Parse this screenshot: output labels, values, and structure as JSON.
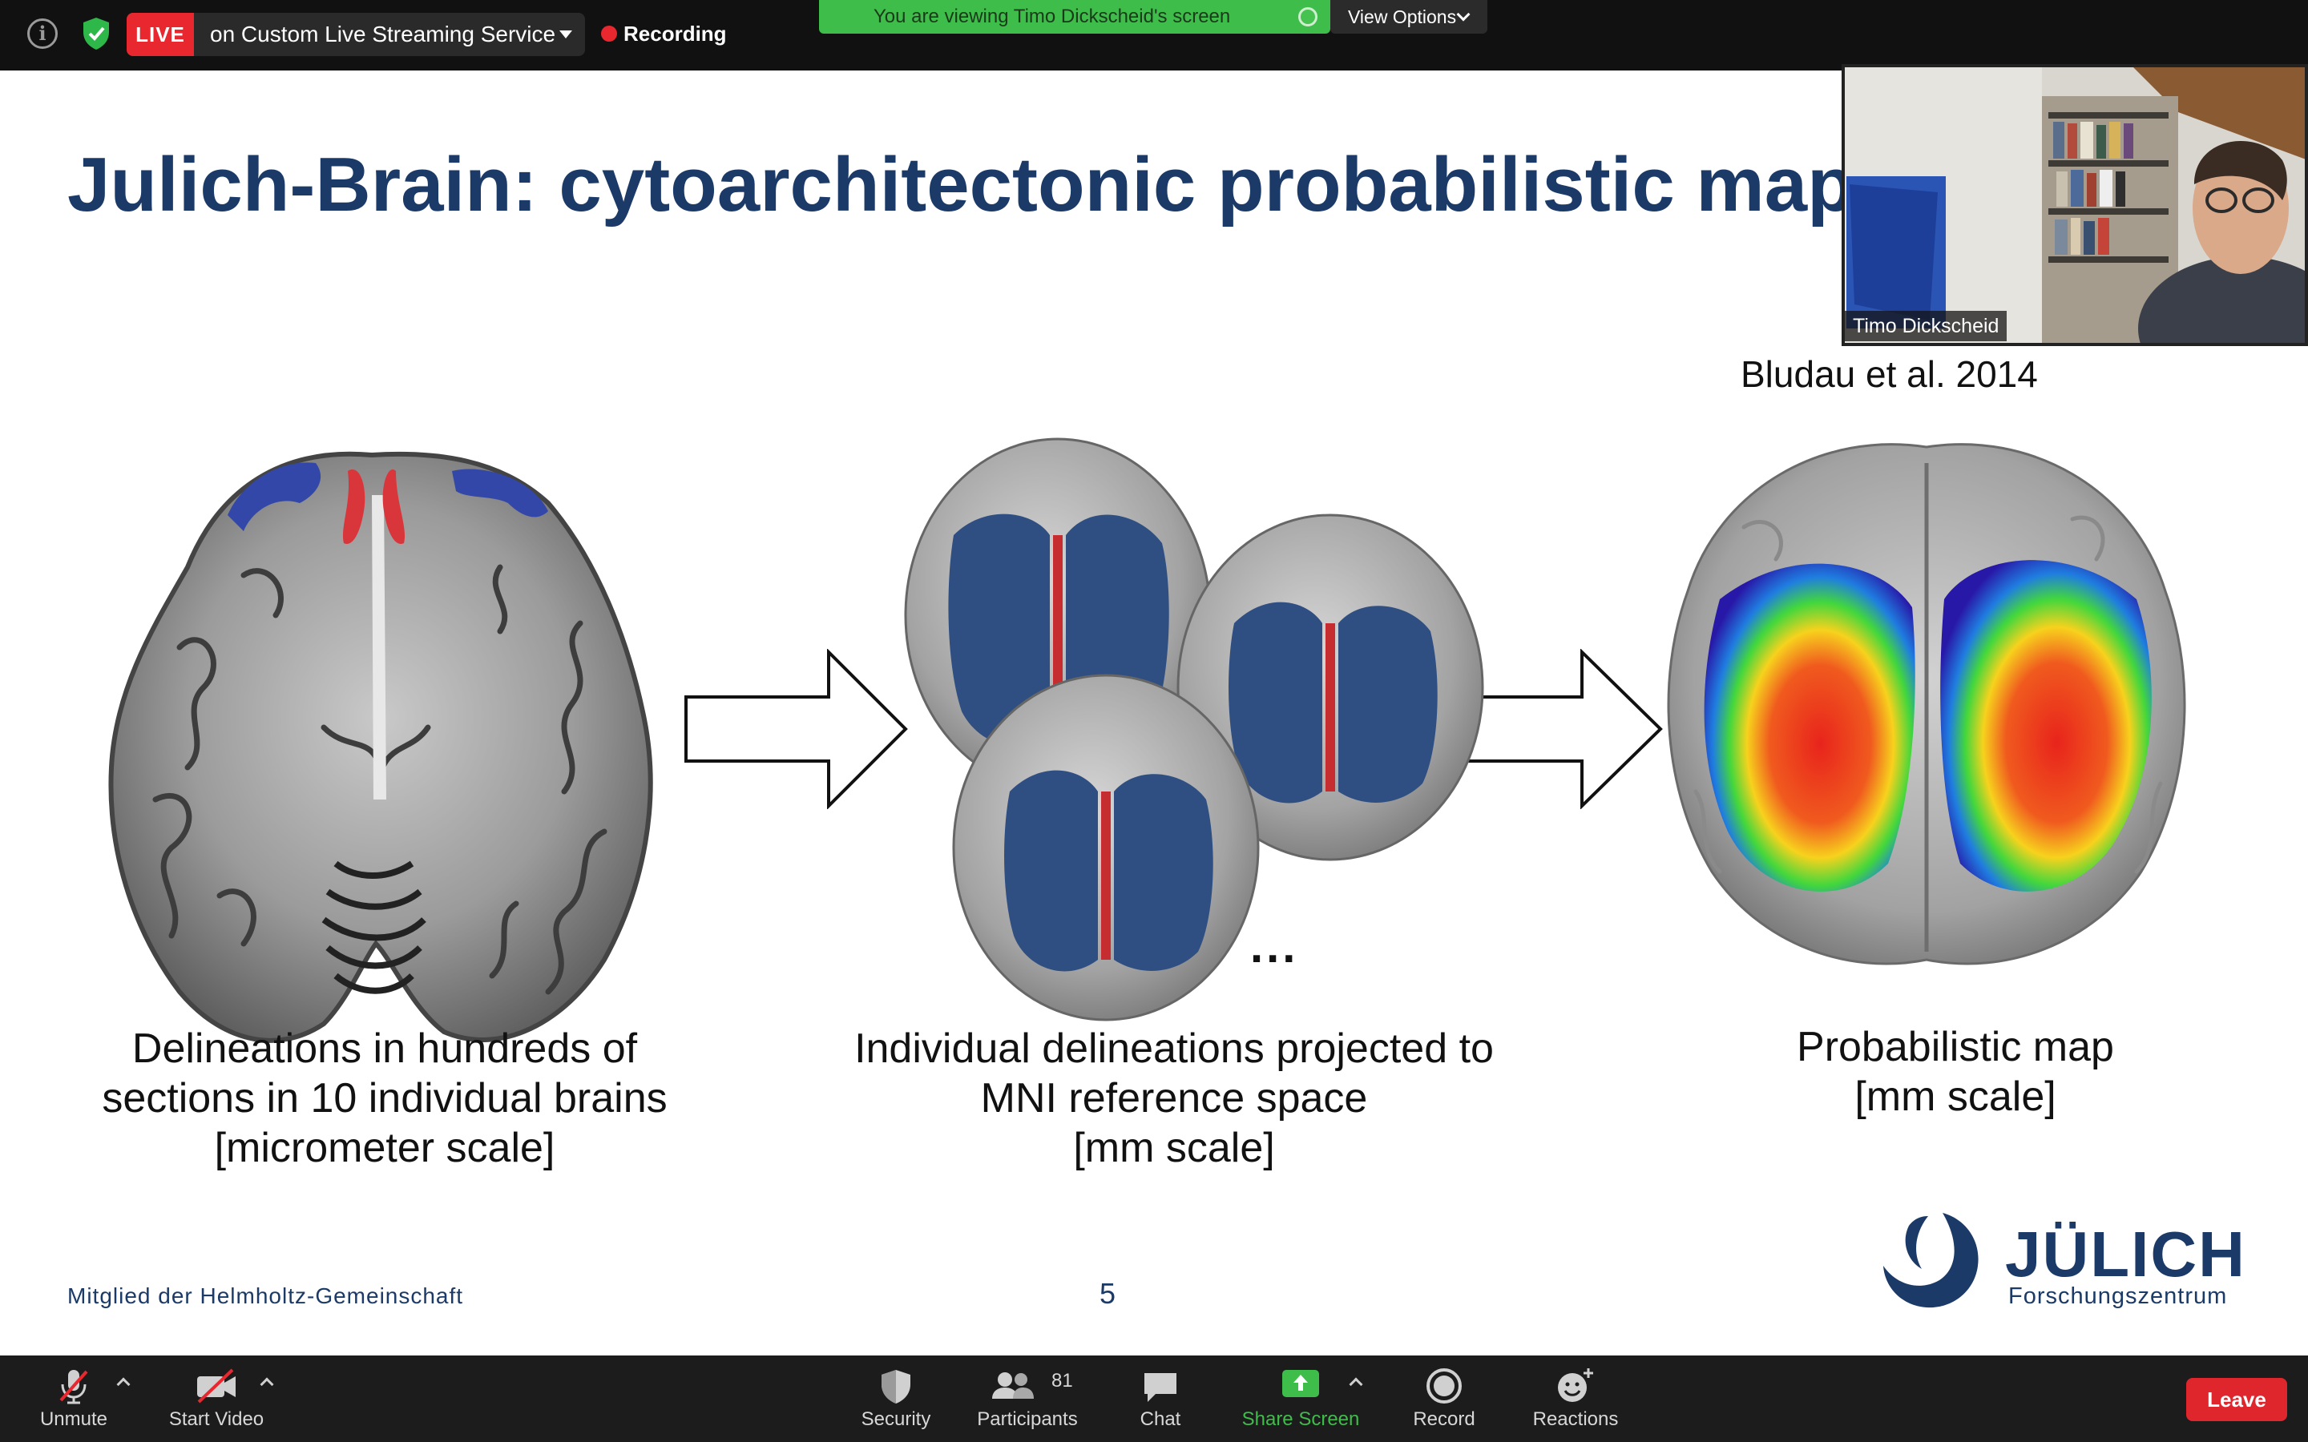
{
  "top_bar": {
    "live_badge": "LIVE",
    "live_service": "on Custom Live Streaming Service",
    "recording": "Recording",
    "viewing_banner": "You are viewing Timo Dickscheid's screen",
    "view_options": "View Options"
  },
  "slide": {
    "title": "Julich-Brain: cytoarchitectonic probabilistic map",
    "citation": "Bludau et al. 2014",
    "caption_left": [
      "Delineations in hundreds of",
      "sections in 10 individual brains",
      "[micrometer scale]"
    ],
    "caption_middle": [
      "Individual delineations projected to",
      "MNI reference space",
      "[mm scale]"
    ],
    "caption_right": [
      "Probabilistic map",
      "[mm scale]"
    ],
    "ellipsis": "...",
    "footer": "Mitglied der Helmholtz-Gemeinschaft",
    "page_number": "5",
    "logo": {
      "name": "JÜLICH",
      "subtitle": "Forschungszentrum"
    }
  },
  "speaker": {
    "name": "Timo Dickscheid"
  },
  "toolbar": {
    "unmute": "Unmute",
    "start_video": "Start Video",
    "security": "Security",
    "participants": "Participants",
    "participants_count": "81",
    "chat": "Chat",
    "share_screen": "Share Screen",
    "record": "Record",
    "reactions": "Reactions",
    "leave": "Leave"
  },
  "colors": {
    "title_blue": "#1b3a67",
    "live_red": "#e8282e",
    "banner_green": "#3ebd4a",
    "share_green": "#3ebd4a",
    "leave_red": "#e0262d"
  }
}
